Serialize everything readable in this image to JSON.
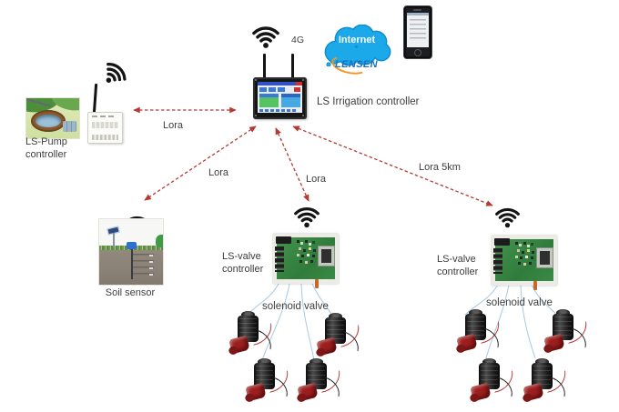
{
  "nodes": {
    "internet_cloud": {
      "label": "Internet"
    },
    "brand_logo": {
      "label": "LENSEN"
    },
    "irrigation_controller": {
      "label": "LS Irrigation controller",
      "network_badge": "4G"
    },
    "pump_controller": {
      "label_line1": "LS-Pump",
      "label_line2": "controller"
    },
    "soil_sensor": {
      "label": "Soil sensor"
    },
    "valve_controller_center": {
      "label_line1": "LS-valve",
      "label_line2": "controller",
      "valves_label": "solenoid valve",
      "valve_count": 4
    },
    "valve_controller_right": {
      "label_line1": "LS-valve",
      "label_line2": "controller",
      "valves_label": "solenoid valve",
      "valve_count": 4
    }
  },
  "links": {
    "controller_pump": {
      "label": "Lora"
    },
    "controller_soil": {
      "label": "Lora"
    },
    "controller_valve_center": {
      "label": "Lora"
    },
    "controller_valve_right": {
      "label": "Lora 5km"
    }
  },
  "icons": {
    "wireless": "wifi-icon",
    "cloud": "internet-cloud-icon",
    "phone": "smartphone-icon"
  },
  "colors": {
    "link_arrow": "#b23b36",
    "cloud_blue": "#1ca9ea",
    "brand_blue": "#1b6fba",
    "brand_orange": "#f7941d",
    "pcb_green": "#3c8a46",
    "valve_wire_blue": "#a9c9e0",
    "valve_red": "#9c1f1f"
  }
}
